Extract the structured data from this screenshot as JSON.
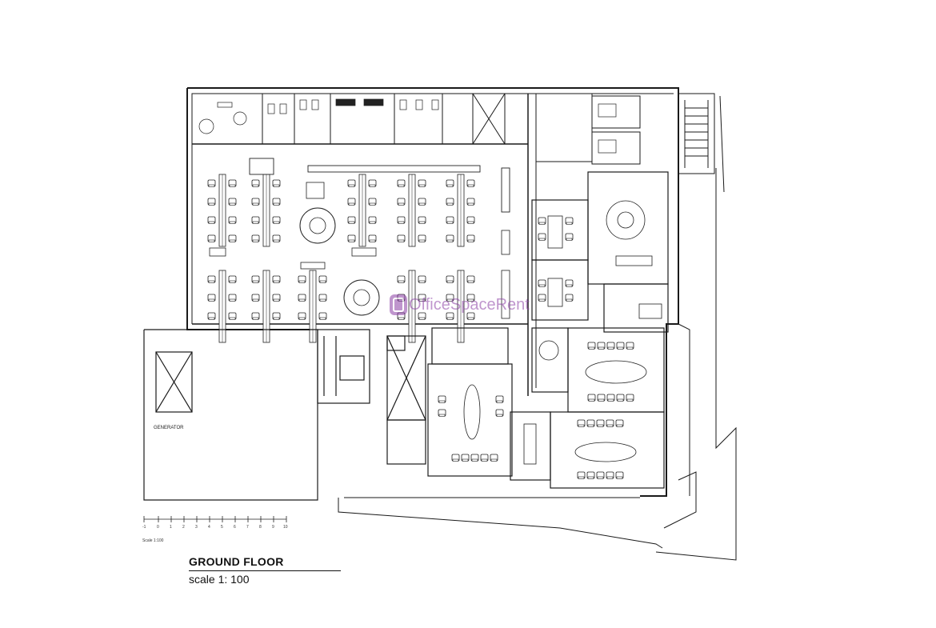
{
  "title": "GROUND FLOOR",
  "scale_text": "scale 1: 100",
  "scale_caption": "Scale 1:100",
  "scale_ticks": [
    "-1",
    "0",
    "1",
    "2",
    "3",
    "4",
    "5",
    "6",
    "7",
    "8",
    "9",
    "10"
  ],
  "generator_label": "GENERATOR",
  "watermark": "OfficeSpaceRent",
  "colors": {
    "line": "#1a1a1a",
    "watermark": "#8b3fa6"
  }
}
